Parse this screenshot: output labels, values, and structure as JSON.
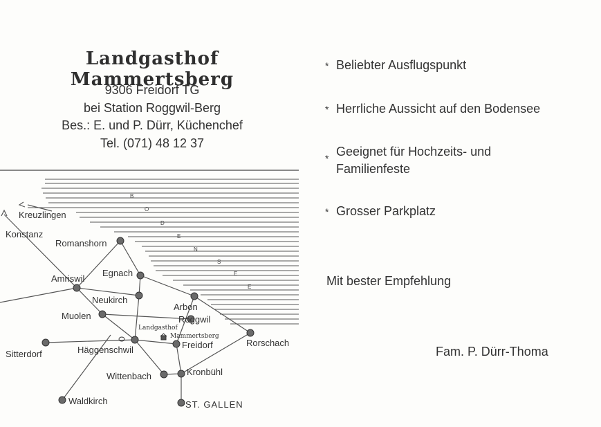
{
  "header": {
    "name": "Landgasthof Mammertsberg",
    "address_lines": [
      "9306 Freidorf TG",
      "bei Station Roggwil-Berg",
      "Bes.: E. und P. Dürr, Küchenchef",
      "Tel. (071) 48 12 37"
    ]
  },
  "features": [
    {
      "star": "*",
      "lines": [
        "Beliebter Ausflugspunkt"
      ]
    },
    {
      "star": "*",
      "lines": [
        "Herrliche Aussicht auf den Bodensee"
      ]
    },
    {
      "star": "*",
      "lines": [
        "Geeignet für Hochzeits- und",
        "Familienfeste"
      ]
    },
    {
      "star": "*",
      "lines": [
        "Grosser Parkplatz"
      ]
    }
  ],
  "recommendation": "Mit bester Empfehlung",
  "signature": "Fam. P. Dürr-Thoma",
  "map": {
    "lake_letters": [
      "B",
      "O",
      "D",
      "E",
      "N",
      "S",
      "E",
      "E"
    ],
    "places": {
      "kreuzlingen": "Kreuzlingen",
      "konstanz": "Konstanz",
      "romanshorn": "Romanshorn",
      "amriswil": "Amriswil",
      "egnach": "Egnach",
      "neukirch": "Neukirch",
      "arbon": "Arbon",
      "muolen": "Muolen",
      "roggwil": "Roggwil",
      "sitterdorf": "Sitterdorf",
      "haeggenschwil": "Häggenschwil",
      "inn_line1": "Landgasthof",
      "inn_line2": "Mammertsberg",
      "freidorf": "Freidorf",
      "rorschach": "Rorschach",
      "wittenbach": "Wittenbach",
      "kronbuehl": "Kronbühl",
      "waldkirch": "Waldkirch",
      "st_gallen": "ST. GALLEN"
    }
  }
}
